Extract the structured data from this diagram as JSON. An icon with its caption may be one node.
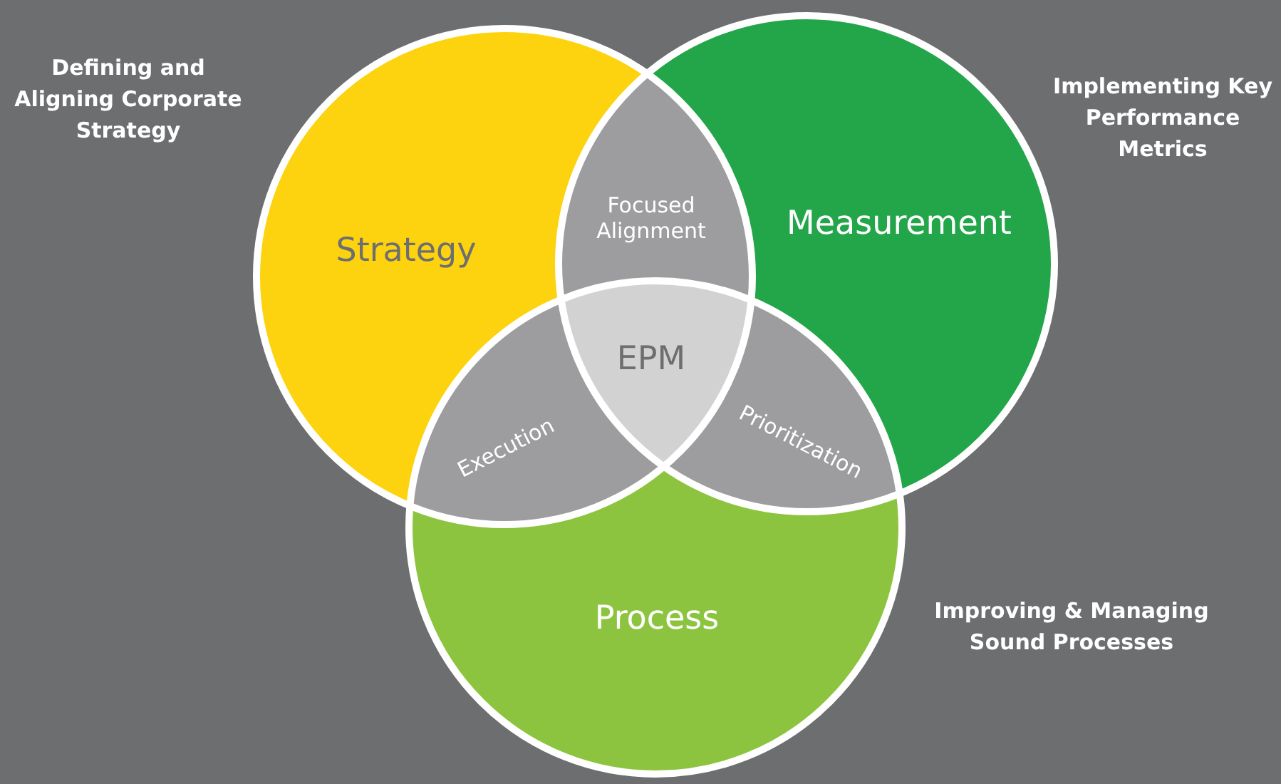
{
  "diagram": {
    "nodes": [
      {
        "text": [
          "Strategy"
        ]
      },
      {
        "text": [
          "Measurement"
        ]
      },
      {
        "text": [
          "Process"
        ]
      },
      {
        "text": [
          "Focused Alignment"
        ]
      },
      {
        "text": [
          "Execution"
        ]
      },
      {
        "text": [
          "Prioritization"
        ]
      },
      {
        "text": [
          "EPM"
        ]
      }
    ],
    "edges": [],
    "labels": [
      "Defining and Aligning Corporate Strategy",
      "Implementing Key Performance Metrics",
      "Improving & Managing Sound Processes"
    ]
  }
}
